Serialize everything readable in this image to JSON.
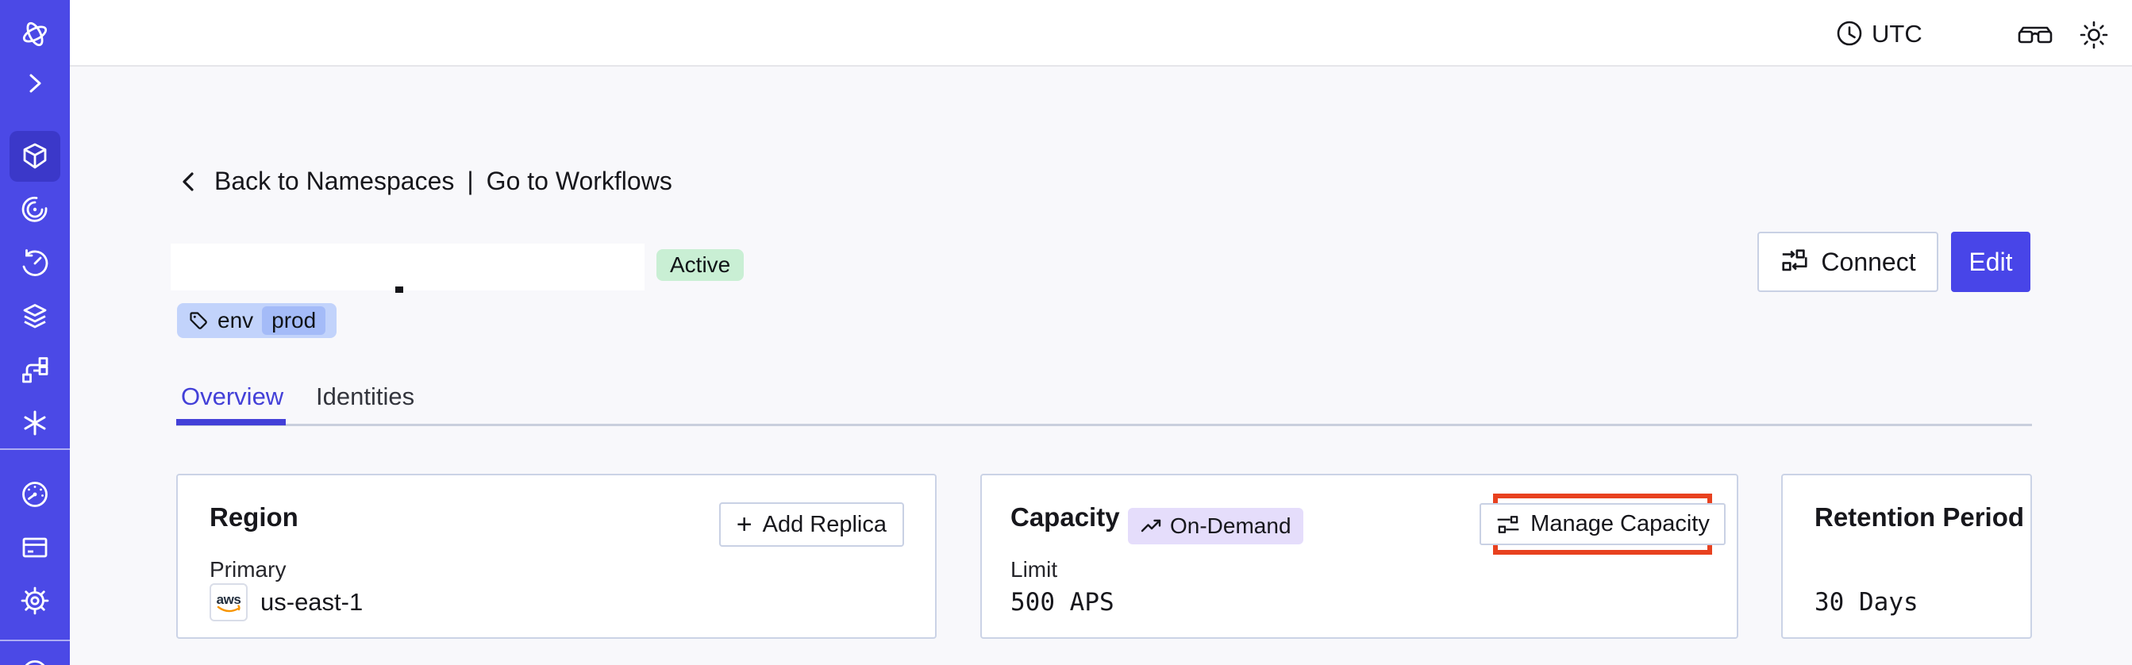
{
  "topbar": {
    "timezone": "UTC"
  },
  "breadcrumb": {
    "back_label": "Back to Namespaces",
    "separator": "|",
    "workflows_label": "Go to Workflows"
  },
  "namespace": {
    "status_badge": "Active",
    "tag": {
      "key": "env",
      "value": "prod"
    }
  },
  "actions": {
    "connect_label": "Connect",
    "edit_label": "Edit"
  },
  "tabs": {
    "overview": "Overview",
    "identities": "Identities"
  },
  "cards": {
    "region": {
      "title": "Region",
      "plus": "+",
      "add_replica_label": "Add Replica",
      "primary_label": "Primary",
      "provider": "aws",
      "region_value": "us-east-1"
    },
    "capacity": {
      "title": "Capacity",
      "badge": "On-Demand",
      "manage_label": "Manage Capacity",
      "limit_label": "Limit",
      "limit_value": "500 APS",
      "highlight": "red annotation box around Manage Capacity button"
    },
    "retention": {
      "title": "Retention Period",
      "value": "30 Days"
    }
  },
  "sidebar": {
    "active_item": "namespaces",
    "icons": [
      "temporal-logo",
      "chevron-right",
      "cube-namespaces",
      "spiral-nexus",
      "clock-history",
      "layers",
      "branch",
      "asterisk",
      "gauge-usage",
      "billing-card",
      "gear-settings",
      "partial-circle"
    ]
  },
  "colors": {
    "sidebar": "#4B49E6",
    "sidebar_active": "#3B38C9",
    "accent_indigo": "#4340D8",
    "edit_button": "#4845E8",
    "active_badge_bg": "#C9EFD4",
    "tag_bg": "#C2D3FB",
    "tag_chip_bg": "#A4BBF8",
    "on_demand_bg": "#E5DDFB",
    "highlight_red": "#E8411F",
    "aws_orange": "#F79400",
    "page_bg": "#F8F8FB",
    "card_border": "#CBD3E6"
  }
}
